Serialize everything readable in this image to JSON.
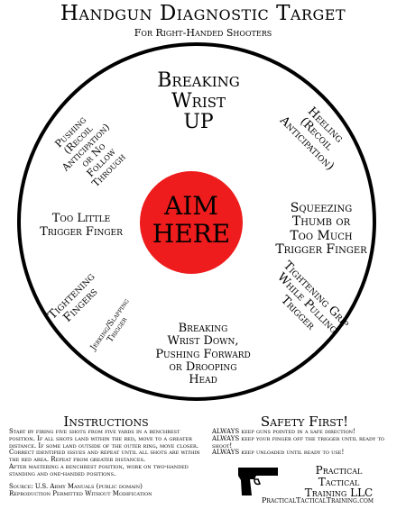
{
  "header": {
    "title": "Handgun Diagnostic Target",
    "subtitle": "For Right-Handed Shooters"
  },
  "target": {
    "center": "AIM\nHERE",
    "top": "Breaking\nWrist\nUP",
    "upper_left": "Pushing\n(Recoil\nAnticipation)\nor No\nFollow\nThrough",
    "upper_right": "Heeling\n(Recoil\nAnticipation)",
    "left": "Too Little\nTrigger Finger",
    "right": "Squeezing\nThumb or\nToo Much\nTrigger Finger",
    "lower_left": "Tightening\nFingers",
    "lower_left_inner": "Jerking/Slapping\nTrigger",
    "lower_right": "Tightening Grip\nWhile Pulling\nTrigger",
    "bottom": "Breaking\nWrist Down,\nPushing Forward\nor Drooping\nHead",
    "bull_color": "#ee1c1c"
  },
  "instructions": {
    "heading": "Instructions",
    "body": "Start by firing five shots from five yards in a benchrest position. If all shots land within the red, move to a greater distance. If some land outside of the outer ring, move closer. Correct identified issues and repeat until all shots are within the red area. Repeat from greater distances.\nAfter mastering a benchrest position, work on two-handed standing and one-handed positions.",
    "source": "Source: U.S. Army Manuals (public domain)\nReproduction Permitted Without Modification"
  },
  "safety": {
    "heading": "Safety First!",
    "lines": "ALWAYS keep guns pointed in a safe direction!\nALWAYS keep your finger off the trigger until ready to shoot!\nALWAYS keep unloaded until ready to use!"
  },
  "brand": {
    "name": "Practical\nTactical\nTraining LLC",
    "url": "PracticalTacticalTraining.com",
    "logo_icon": "pistol-icon"
  }
}
